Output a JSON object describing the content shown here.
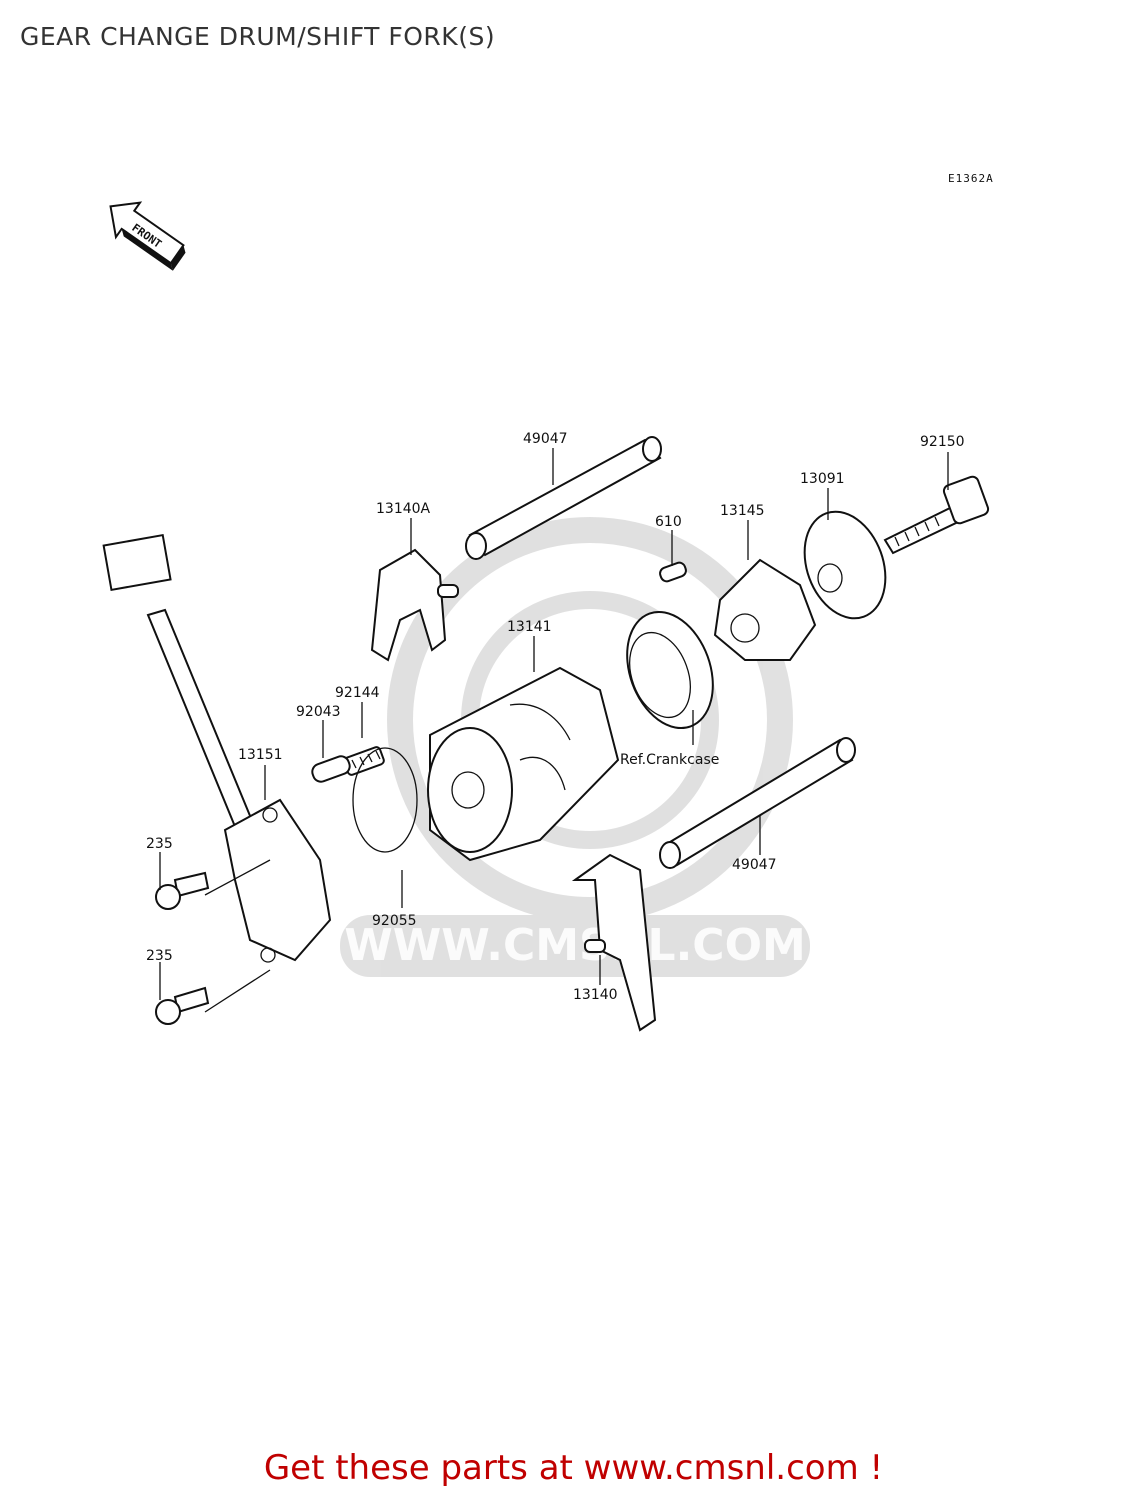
{
  "page": {
    "title": "GEAR CHANGE DRUM/SHIFT FORK(S)",
    "diagram_code": "E1362A",
    "front_marker": "FRONT",
    "watermark": "WWW.CMSNL.COM",
    "footer": "Get these parts at www.cmsnl.com !"
  },
  "parts": [
    {
      "id": "p49047a",
      "label": "49047"
    },
    {
      "id": "p92150",
      "label": "92150"
    },
    {
      "id": "p13091",
      "label": "13091"
    },
    {
      "id": "p13140a",
      "label": "13140A"
    },
    {
      "id": "p610",
      "label": "610"
    },
    {
      "id": "p13145",
      "label": "13145"
    },
    {
      "id": "p13141",
      "label": "13141"
    },
    {
      "id": "p92144",
      "label": "92144"
    },
    {
      "id": "p92043",
      "label": "92043"
    },
    {
      "id": "p13151",
      "label": "13151"
    },
    {
      "id": "pref",
      "label": "Ref.Crankcase"
    },
    {
      "id": "p235a",
      "label": "235"
    },
    {
      "id": "p49047b",
      "label": "49047"
    },
    {
      "id": "p92055",
      "label": "92055"
    },
    {
      "id": "p235b",
      "label": "235"
    },
    {
      "id": "p13140",
      "label": "13140"
    }
  ]
}
